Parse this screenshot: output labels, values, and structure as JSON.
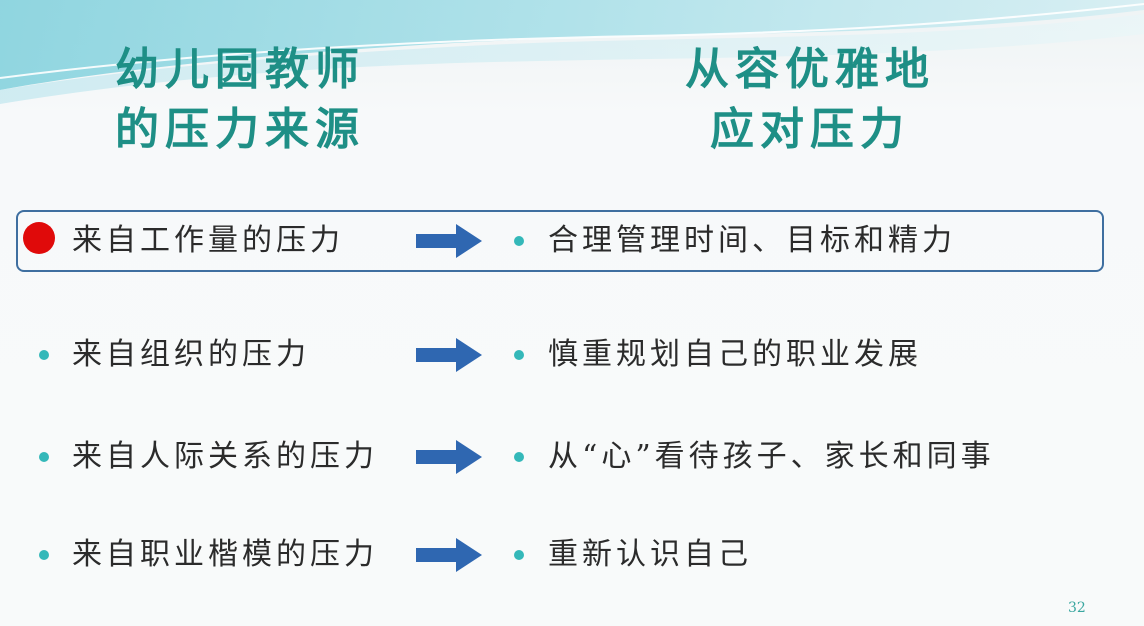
{
  "slide": {
    "left_heading": [
      "幼儿园教师",
      "的压力来源"
    ],
    "right_heading": [
      "从容优雅地",
      "应对压力"
    ],
    "rows": [
      {
        "source": "来自工作量的压力",
        "response": "合理管理时间、目标和精力",
        "highlighted": true
      },
      {
        "source": "来自组织的压力",
        "response": "慎重规划自己的职业发展",
        "highlighted": false
      },
      {
        "source": "来自人际关系的压力",
        "response": "从“心”看待孩子、家长和同事",
        "highlighted": false
      },
      {
        "source": "来自职业楷模的压力",
        "response": "重新认识自己",
        "highlighted": false
      }
    ],
    "page_number": "32"
  },
  "icons": {
    "arrow": "right-arrow-icon",
    "bullet": "bullet-dot-icon",
    "pointer": "red-pointer-dot-icon"
  },
  "colors": {
    "heading": "#1e8f86",
    "bullet": "#34b8b9",
    "arrow": "#2f67b1",
    "highlight_border": "#3f6fa0",
    "pointer": "#e00a0a"
  }
}
